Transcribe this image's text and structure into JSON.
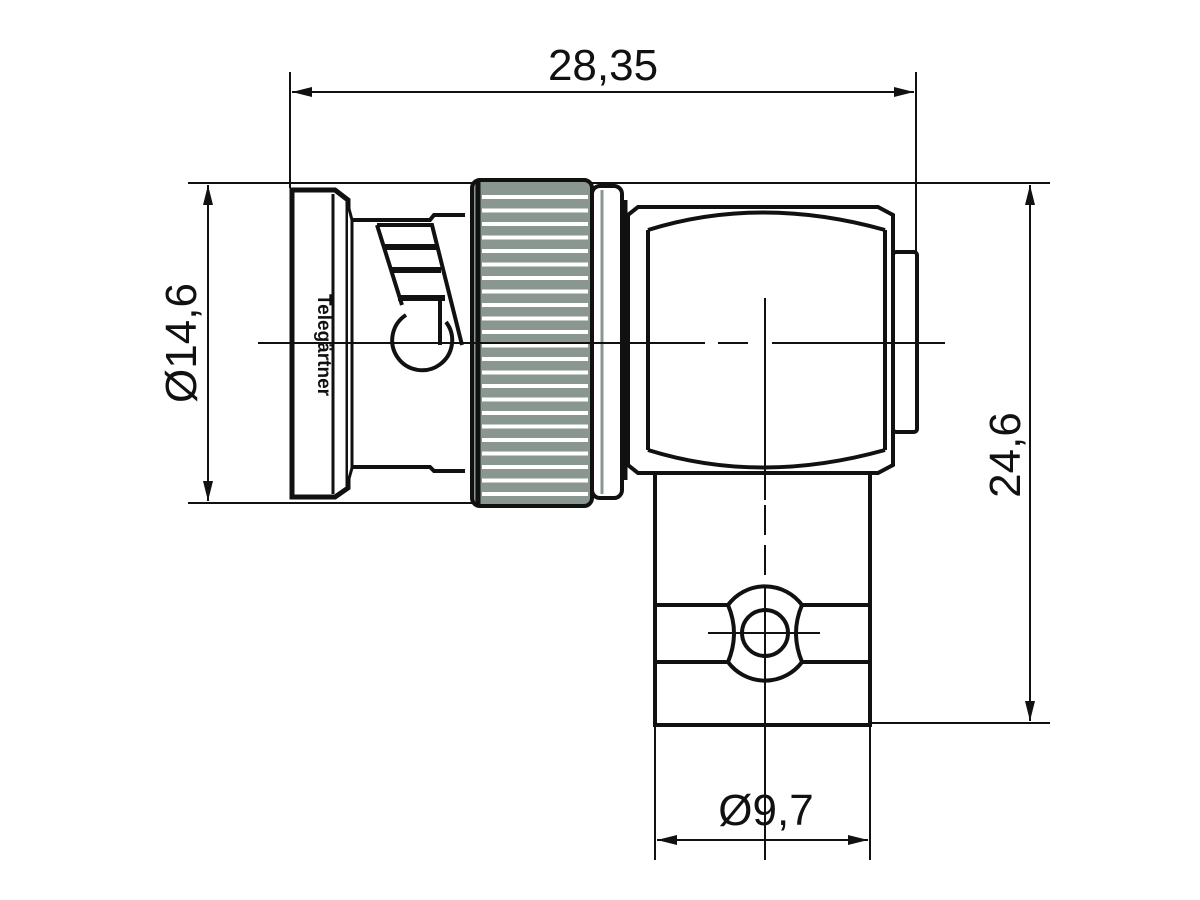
{
  "drawing": {
    "logo_text": "Telegärtner",
    "colors": {
      "line": "#111111",
      "knurl_fill": "#8a9690",
      "background": "#ffffff"
    },
    "dimensions": {
      "overall_length": "28,35",
      "front_diameter": "Ø14,6",
      "overall_height": "24,6",
      "cable_diameter": "Ø9,7"
    }
  }
}
